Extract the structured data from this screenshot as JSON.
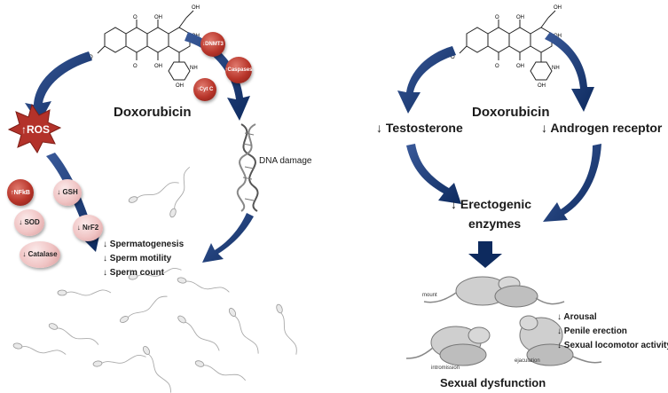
{
  "left": {
    "drug_label": "Doxorubicin",
    "ros_label": "ROS",
    "ros_arrow": "↑",
    "top_markers": [
      {
        "arrow": "↓",
        "label": "DNMT3"
      },
      {
        "arrow": "↑",
        "label": "Caspases"
      },
      {
        "arrow": "↑",
        "label": "Cyt C"
      }
    ],
    "dna_label": "DNA damage",
    "oxidative_markers": [
      {
        "arrow": "↑",
        "label": "NFkB"
      },
      {
        "arrow": "↓",
        "label": "GSH"
      },
      {
        "arrow": "↓",
        "label": "SOD"
      },
      {
        "arrow": "↓",
        "label": "NrF2"
      },
      {
        "arrow": "↓",
        "label": "Catalase"
      }
    ],
    "outcomes": [
      "↓ Spermatogenesis",
      "↓ Sperm motility",
      "↓ Sperm count"
    ]
  },
  "right": {
    "drug_label": "Doxorubicin",
    "testosterone": "↓ Testosterone",
    "androgen": "↓ Androgen receptor",
    "erectogenic_line1": "↓ Erectogenic",
    "erectogenic_line2": "enzymes",
    "behaviours": [
      "↓ Arousal",
      "↓ Penile erection",
      "↓ Sexual locomotor activity"
    ],
    "small_labels": [
      "mount",
      "intromission",
      "ejaculation"
    ],
    "footer": "Sexual dysfunction"
  },
  "colors": {
    "arrow": "#0d2a5e",
    "ros": "#b3322a",
    "pill_light": "#f0c4c4",
    "pill_dark": "#b8352a"
  },
  "icons": [
    "molecule-structure-icon",
    "dna-helix-icon",
    "sperm-cell-icon",
    "rat-pair-icon"
  ]
}
